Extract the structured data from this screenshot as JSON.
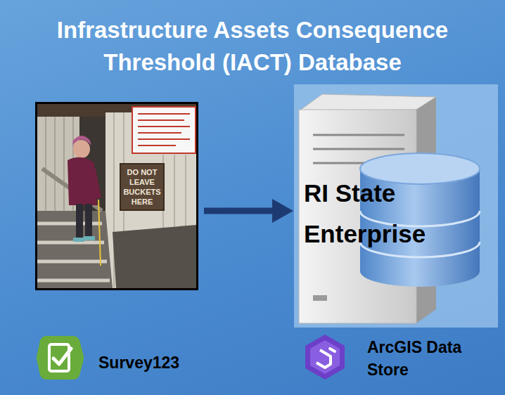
{
  "diagram": {
    "title": "Infrastructure Assets Consequence Threshold (IACT) Database",
    "nodes": [
      {
        "text": [
          "DO NOT LEAVE BUCKETS HERE"
        ]
      },
      {
        "text": [
          "RI State Enterprise"
        ]
      }
    ],
    "edges": [
      {
        "from": 0,
        "to": 1,
        "arrow": "to"
      }
    ],
    "labels": [
      "Survey123",
      "ArcGIS Data Store"
    ]
  }
}
